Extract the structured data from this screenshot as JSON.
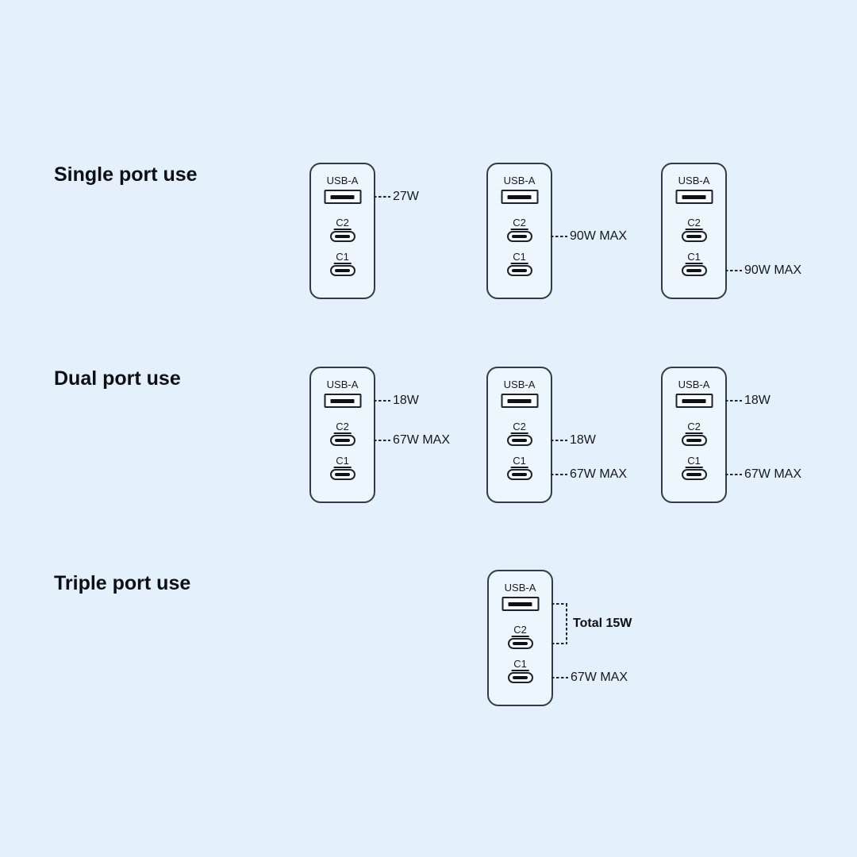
{
  "appearance": {
    "background": "#E4F0FC",
    "charger_body": "#EDF5FD",
    "charger_outline": "#333B45",
    "port_outline": "#1D232C",
    "port_fill": "#FAFCFF",
    "pin_fill": "#0E1116",
    "dash_color": "#22272E",
    "text_color": "#15181E"
  },
  "port_labels": {
    "usb_a": "USB-A",
    "c2": "C2",
    "c1": "C1"
  },
  "sections": [
    {
      "title": "Single port use",
      "chargers": [
        {
          "annotations": {
            "usb_a": "27W"
          }
        },
        {
          "annotations": {
            "c2": "90W MAX"
          }
        },
        {
          "annotations": {
            "c1": "90W MAX"
          }
        }
      ]
    },
    {
      "title": "Dual port use",
      "chargers": [
        {
          "annotations": {
            "usb_a": "18W",
            "c2": "67W MAX"
          }
        },
        {
          "annotations": {
            "c2": "18W",
            "c1": "67W MAX"
          }
        },
        {
          "annotations": {
            "usb_a": "18W",
            "c1": "67W MAX"
          }
        }
      ]
    },
    {
      "title": "Triple port use",
      "chargers": [
        {
          "bracket": {
            "text": "Total 15W"
          },
          "annotations": {
            "c1": "67W MAX"
          }
        }
      ]
    }
  ]
}
